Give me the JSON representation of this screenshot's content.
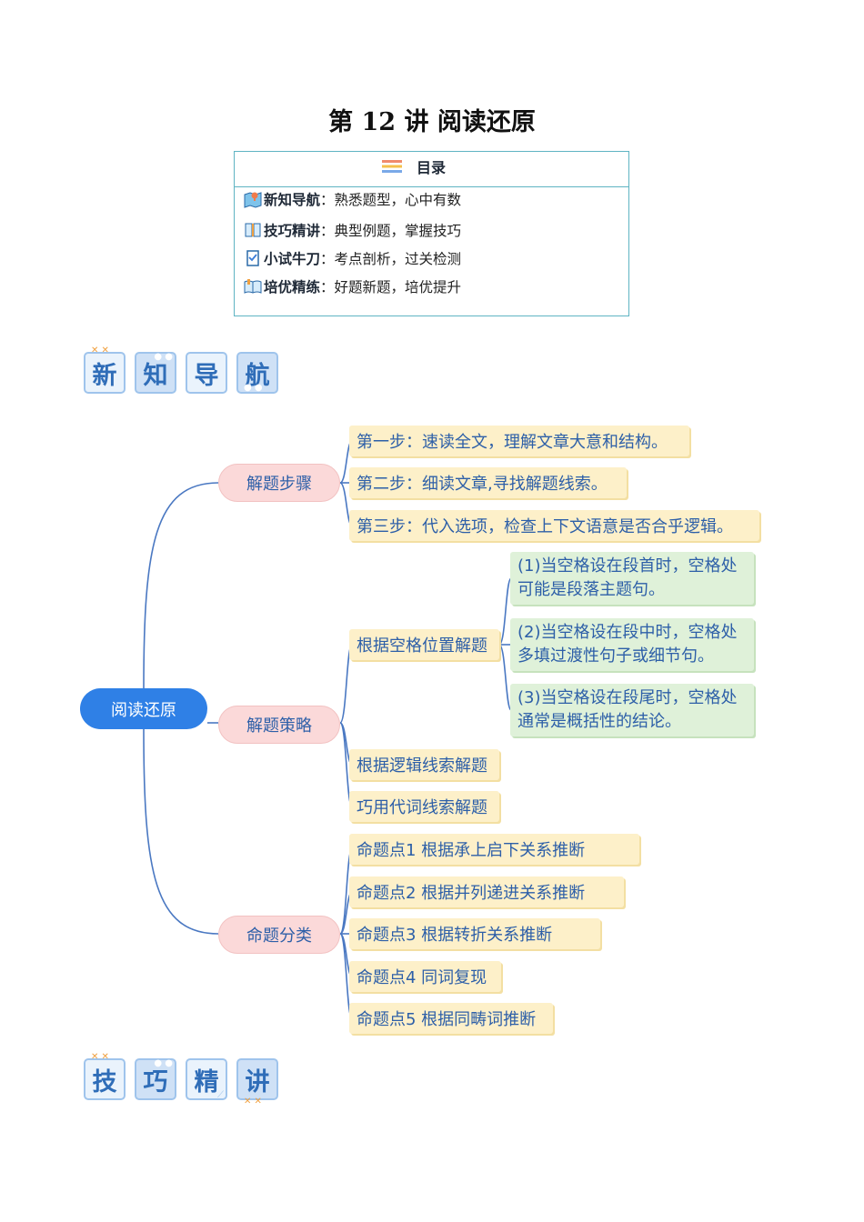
{
  "title": "第 12 讲  阅读还原",
  "toc": {
    "heading": "目录",
    "items": [
      {
        "label": "新知导航",
        "desc": "：熟悉题型，心中有数"
      },
      {
        "label": "技巧精讲",
        "desc": "：典型例题，掌握技巧"
      },
      {
        "label": "小试牛刀",
        "desc": "：考点剖析，过关检测"
      },
      {
        "label": "培优精练",
        "desc": "：好题新题，培优提升"
      }
    ]
  },
  "banner1": [
    "新",
    "知",
    "导",
    "航"
  ],
  "banner2": [
    "技",
    "巧",
    "精",
    "讲"
  ],
  "mindmap": {
    "root": "阅读还原",
    "branches": [
      "解题步骤",
      "解题策略",
      "命题分类"
    ],
    "steps": [
      "第一步：速读全文，理解文章大意和结构。",
      "第二步：细读文章,寻找解题线索。",
      "第三步：代入选项，检查上下文语意是否合乎逻辑。"
    ],
    "strategies": [
      "根据空格位置解题",
      "根据逻辑线索解题",
      "巧用代词线索解题"
    ],
    "position_cases": [
      "(1)当空格设在段首时，空格处可能是段落主题句。",
      "(2)当空格设在段中时，空格处多填过渡性句子或细节句。",
      "(3)当空格设在段尾时，空格处通常是概括性的结论。"
    ],
    "categories": [
      "命题点1  根据承上启下关系推断",
      "命题点2  根据并列递进关系推断",
      "命题点3  根据转折关系推断",
      "命题点4  同词复现",
      "命题点5  根据同畴词推断"
    ]
  },
  "colors": {
    "root": "#2f80e6",
    "branch": "#fbd9d9",
    "leaf": "#fdf0c9",
    "green": "#dff1d9",
    "line": "#4a78c2",
    "accent": "#2f6db8"
  }
}
